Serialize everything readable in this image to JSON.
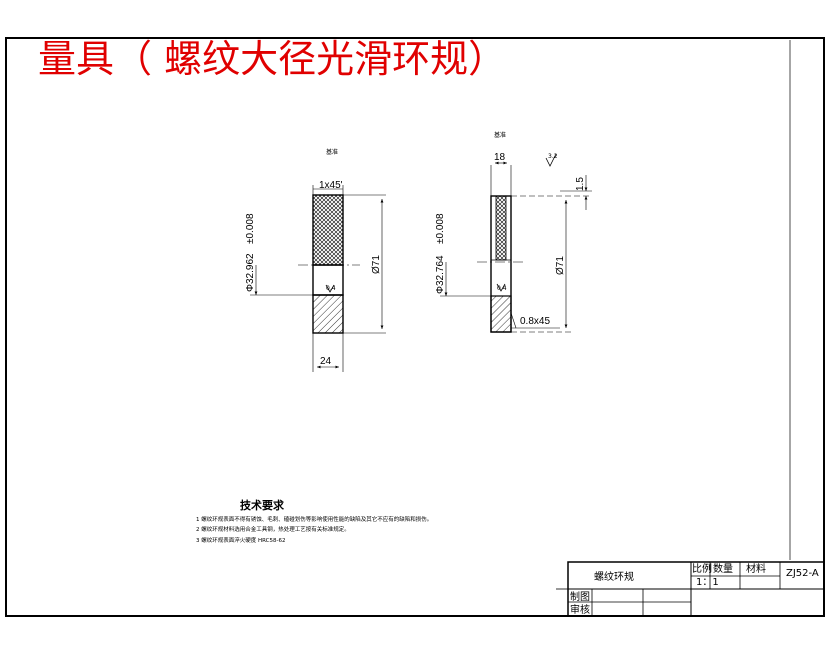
{
  "title": "量具（ 螺纹大径光滑环规）",
  "view1": {
    "label": "基准",
    "chamfer": "1x45'",
    "dia_tol": "±0.008",
    "dia": "Φ32.962",
    "outer_dia": "Ø71",
    "width": "24",
    "roughness": "0.4"
  },
  "view2": {
    "label": "基准",
    "width": "18",
    "roughness_mark": "3.2",
    "step": "1.5",
    "dia_tol": "±0.008",
    "dia": "Φ32.764",
    "outer_dia": "Ø71",
    "chamfer": "0.8x45",
    "roughness": "0.4"
  },
  "notes": {
    "title": "技术要求",
    "items": [
      "1 螺纹环规表面不得有锈蚀、毛刺、磕碰划伤等影响使用性能的缺陷及其它不应有的缺陷和损伤。",
      "2 螺纹环规材料选用合金工具钢，热处理工艺按有关标准规定。",
      "3 螺纹环规表面淬火硬度 HRC58-62"
    ]
  },
  "title_block": {
    "name": "螺纹环规",
    "scale_label": "比例",
    "qty_label": "数量",
    "material_label": "材料",
    "code": "ZJ52-A",
    "scale": "1：1",
    "drawn": "制图",
    "checked": "审核"
  }
}
